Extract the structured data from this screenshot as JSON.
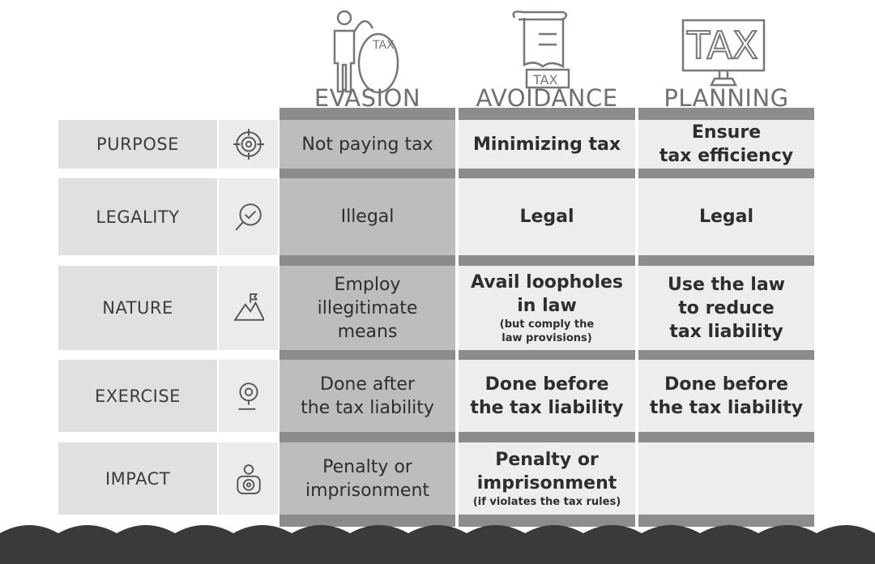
{
  "columns": [
    {
      "title": "EVASION",
      "icon": "person-tax-bag-icon",
      "icon_text": "TAX"
    },
    {
      "title": "AVOIDANCE",
      "icon": "tax-receipt-icon",
      "icon_text": "TAX"
    },
    {
      "title": "PLANNING",
      "icon": "tax-monitor-icon",
      "icon_text": "TAX"
    }
  ],
  "rows": [
    {
      "label": "PURPOSE",
      "icon": "target-icon",
      "evasion": [
        "Not paying tax"
      ],
      "avoidance": [
        "Minimizing tax"
      ],
      "planning": [
        "Ensure",
        "tax efficiency"
      ]
    },
    {
      "label": "LEGALITY",
      "icon": "magnifier-check-icon",
      "evasion": [
        "Illegal"
      ],
      "avoidance": [
        "Legal"
      ],
      "planning": [
        "Legal"
      ]
    },
    {
      "label": "NATURE",
      "icon": "mountain-flag-icon",
      "evasion": [
        "Employ",
        "illegitimate",
        "means"
      ],
      "avoidance": [
        "Avail loopholes",
        "in law"
      ],
      "avoidance_note": [
        "(but comply the",
        "law provisions)"
      ],
      "planning": [
        "Use the law",
        "to reduce",
        "tax liability"
      ]
    },
    {
      "label": "EXERCISE",
      "icon": "location-pin-icon",
      "evasion": [
        "Done after",
        "the tax liability"
      ],
      "avoidance": [
        "Done before",
        "the tax liability"
      ],
      "planning": [
        "Done before",
        "the tax liability"
      ]
    },
    {
      "label": "IMPACT",
      "icon": "person-target-icon",
      "evasion": [
        "Penalty or",
        "imprisonment"
      ],
      "avoidance": [
        "Penalty or",
        "imprisonment"
      ],
      "avoidance_note": [
        "(if violates the tax rules)"
      ],
      "planning": []
    }
  ],
  "colors": {
    "evasion_bg": "#bdbdbd",
    "other_bg": "#ededed",
    "bar": "#8c8c8c",
    "footer": "#3a3a3a"
  }
}
